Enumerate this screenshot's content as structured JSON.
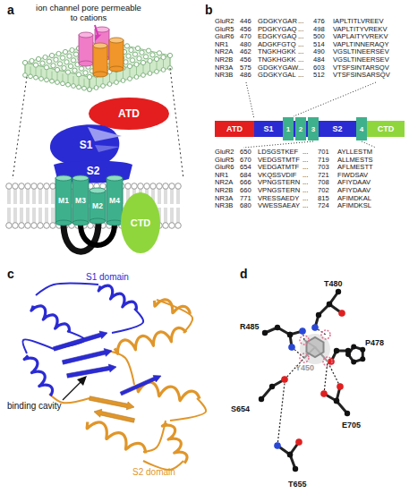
{
  "diagram": {
    "nodes": [
      {
        "text": [
          "ATD"
        ]
      },
      {
        "text": [
          "S1"
        ]
      },
      {
        "text": [
          "S2"
        ]
      },
      {
        "text": [
          "M1"
        ]
      },
      {
        "text": [
          "M3"
        ]
      },
      {
        "text": [
          "M4"
        ]
      },
      {
        "text": [
          "M2"
        ]
      },
      {
        "text": [
          "CTD"
        ]
      },
      {
        "text": [
          "ATD"
        ]
      },
      {
        "text": [
          "S1"
        ]
      },
      {
        "text": [
          "1"
        ]
      },
      {
        "text": [
          "2"
        ]
      },
      {
        "text": [
          "3"
        ]
      },
      {
        "text": [
          "S2"
        ]
      },
      {
        "text": [
          "4"
        ]
      },
      {
        "text": [
          "CTD"
        ]
      }
    ],
    "labels": [
      "a",
      "ion channel pore permeable to cations",
      "b",
      "GluR2",
      "446",
      "GDGKYGAR",
      "...",
      "476",
      "IAPLTITLVREEV",
      "GluR5",
      "456",
      "PDGKYGAQ",
      "...",
      "498",
      "VAPLTITYVREKV",
      "GluR6",
      "470",
      "EDGKYGAQ",
      "...",
      "500",
      "VAPLAITYVREKV",
      "NR1",
      "480",
      "ADGKFGTQ",
      "...",
      "514",
      "VAPLTINNERAQY",
      "NR2A",
      "462",
      "TNGKHGKK",
      "...",
      "490",
      "VGSLTINEERSEV",
      "NR2B",
      "456",
      "TNGKHGKK",
      "...",
      "484",
      "VGSLTINEERSEV",
      "NR3A",
      "575",
      "GDGKYGAW",
      "...",
      "603",
      "VTSFSINTARSQV",
      "NR3B",
      "486",
      "GDGKYGAL",
      "...",
      "512",
      "VTSFSINSARSQV",
      "GluR2",
      "650",
      "LDSGSTKEF",
      "...",
      "701",
      "AYLLESTM",
      "GluR5",
      "670",
      "VEDGSTMTF",
      "...",
      "719",
      "ALLMESTS",
      "GluR6",
      "654",
      "VEDGATMTF",
      "...",
      "703",
      "AFLMESTT",
      "NR1",
      "684",
      "VKQSSVDIF",
      "...",
      "721",
      "FIWDSAV",
      "NR2A",
      "666",
      "VPNGSTERN",
      "...",
      "708",
      "AFIYDAAV",
      "NR2B",
      "660",
      "VPNGSTERN",
      "...",
      "702",
      "AFIYDAAV",
      "NR3A",
      "771",
      "VRESSAEDY",
      "...",
      "815",
      "AFIMDKAL",
      "NR3B",
      "680",
      "VWESSAEAY",
      "...",
      "724",
      "AFIMDKSL",
      "c",
      "S1 domain",
      "binding cavity",
      "S2 domain",
      "d",
      "T480",
      "R485",
      "P478",
      "Y450",
      "S654",
      "E705",
      "T655"
    ]
  }
}
